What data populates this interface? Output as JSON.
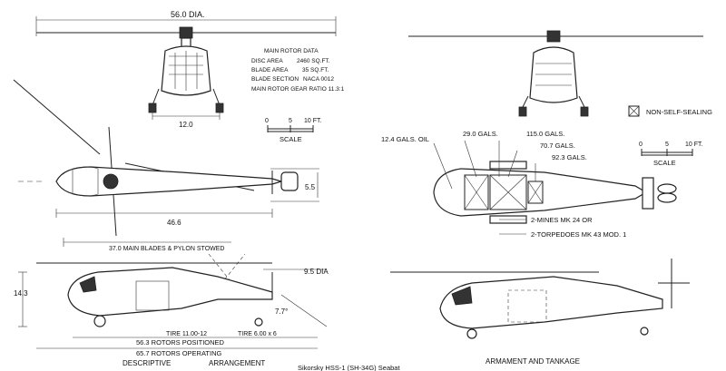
{
  "caption": "Sikorsky HSS-1 (SH-34G) Seabat",
  "left_drawing": {
    "title_parts": [
      "DESCRIPTIVE",
      "ARRANGEMENT"
    ],
    "rotor_diameter": "56.0 DIA.",
    "rotor_data_title": "MAIN ROTOR DATA",
    "rotor_data": [
      {
        "label": "DISC AREA",
        "value": "2460  SQ.FT."
      },
      {
        "label": "BLADE AREA",
        "value": "35  SQ.FT."
      },
      {
        "label": "BLADE SECTION",
        "value": "NACA 0012"
      }
    ],
    "gear_ratio": "MAIN ROTOR GEAR RATIO 11.3:1",
    "front_width": "12.0",
    "tail_span": "5.5",
    "fuselage_length": "46.6",
    "stowed_length": "37.0  MAIN BLADES & PYLON STOWED",
    "height": "14.3",
    "tail_rotor": "9.5 DIA",
    "tail_angle": "7.7°",
    "tire_main": "TIRE  11.00-12",
    "tire_tail": "TIRE  6.00 x 6",
    "len_positioned": "56.3  ROTORS  POSITIONED",
    "len_operating": "65.7  ROTORS  OPERATING",
    "scale_ticks": [
      "0",
      "5",
      "10 FT."
    ],
    "scale_label": "SCALE"
  },
  "right_drawing": {
    "title": "ARMAMENT  AND  TANKAGE",
    "legend": "NON-SELF-SEALING",
    "tanks": [
      "12.4 GALS. OIL",
      "29.0 GALS.",
      "115.0 GALS.",
      "70.7 GALS.",
      "92.3 GALS."
    ],
    "weapons": [
      "2-MINES   MK 24   OR",
      "2-TORPEDOES   MK 43  MOD. 1"
    ],
    "scale_ticks": [
      "0",
      "5",
      "10 FT."
    ],
    "scale_label": "SCALE"
  }
}
